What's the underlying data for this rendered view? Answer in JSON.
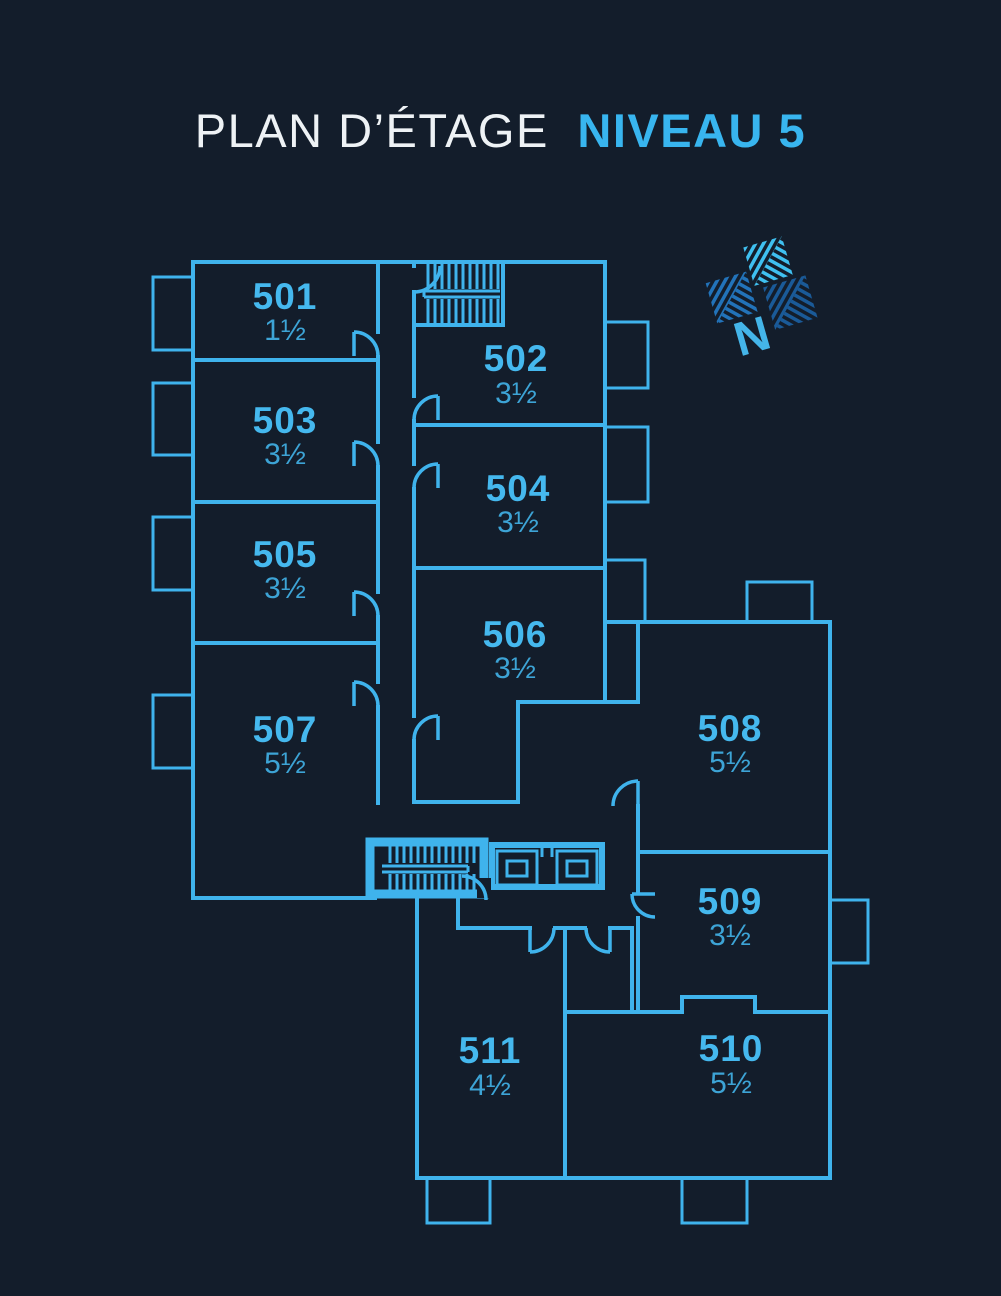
{
  "title": {
    "prefix": "PLAN D’ÉTAGE",
    "highlight": "NIVEAU 5"
  },
  "logo": {
    "letter": "N"
  },
  "colors": {
    "background": "#131d2b",
    "wall": "#3fb3ec",
    "unit_number": "#45b8ee",
    "unit_size": "#3da4d6",
    "title_text": "#eef2f5",
    "title_accent": "#38b5ef",
    "logo_leaf_light": "#3fc0f0",
    "logo_leaf_medium": "#2273ba",
    "logo_leaf_dark": "#1a5a98"
  },
  "features": {
    "stairwells": 2,
    "elevators": 2,
    "balconies": 11
  },
  "units": [
    {
      "number": "501",
      "size": "1½"
    },
    {
      "number": "502",
      "size": "3½"
    },
    {
      "number": "503",
      "size": "3½"
    },
    {
      "number": "504",
      "size": "3½"
    },
    {
      "number": "505",
      "size": "3½"
    },
    {
      "number": "506",
      "size": "3½"
    },
    {
      "number": "507",
      "size": "5½"
    },
    {
      "number": "508",
      "size": "5½"
    },
    {
      "number": "509",
      "size": "3½"
    },
    {
      "number": "510",
      "size": "5½"
    },
    {
      "number": "511",
      "size": "4½"
    }
  ]
}
